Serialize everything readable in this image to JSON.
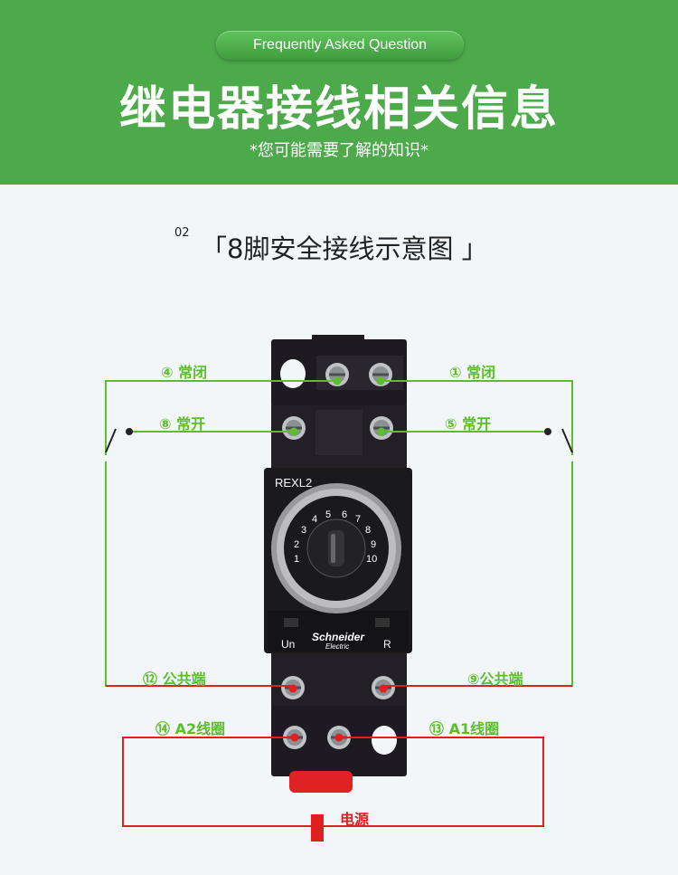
{
  "header": {
    "pill": "Frequently Asked Question",
    "title": "继电器接线相关信息",
    "subtitle": "*您可能需要了解的知识*"
  },
  "section": {
    "number": "02",
    "title": "「8脚安全接线示意图 」"
  },
  "labels": {
    "nc4": "④ 常闭",
    "nc1": "① 常闭",
    "no8": "⑧ 常开",
    "no5": "⑤ 常开",
    "com12": "⑫ 公共端",
    "com9": "⑨公共端",
    "a2": "⑭ A2线圈",
    "a1": "⑬ A1线圈",
    "power": "电源"
  },
  "device": {
    "model": "REXL2",
    "brand": "Schneider",
    "brand_sub": "Electric",
    "un": "Un",
    "r": "R",
    "dial": [
      "1",
      "2",
      "3",
      "4",
      "5",
      "6",
      "7",
      "8",
      "9",
      "10"
    ]
  },
  "colors": {
    "banner": "#4caa4a",
    "wire_green": "#5cbf2a",
    "wire_red": "#e02020"
  }
}
